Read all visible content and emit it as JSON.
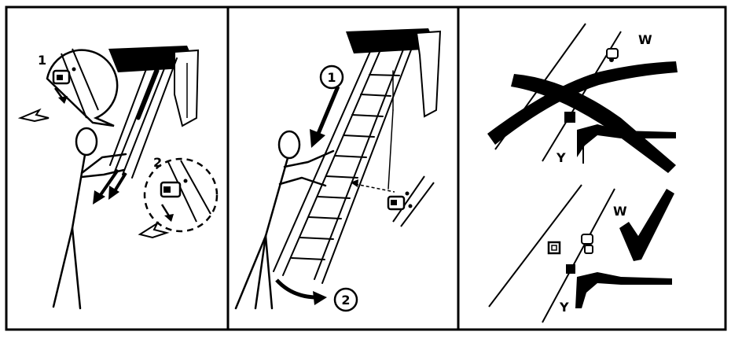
{
  "panel1": {
    "step_one": "1",
    "step_two": "2"
  },
  "panel2": {
    "step_one": "1",
    "step_two": "2"
  },
  "panel3": {
    "top_w": "W",
    "top_y": "Y",
    "bottom_w": "W",
    "bottom_y": "Y"
  },
  "colors": {
    "ink": "#000000",
    "paper": "#ffffff"
  }
}
